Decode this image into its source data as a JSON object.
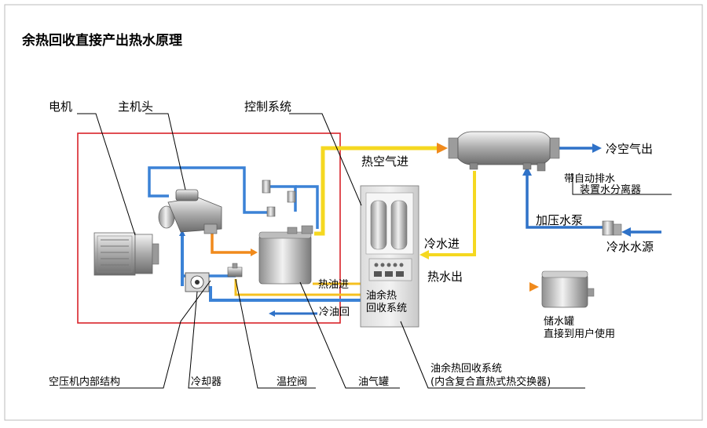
{
  "title": "余热回收直接产出热水原理",
  "labels": {
    "motor": "电机",
    "main_head": "主机头",
    "control_system": "控制系统",
    "hot_air_in": "热空气进",
    "cold_air_out": "冷空气出",
    "drain_separator_1": "带自动排水",
    "drain_separator_2": "装置水分离器",
    "booster_pump": "加压水泵",
    "cold_water_source": "冷水水源",
    "cold_water_in": "冷水进",
    "hot_water_out": "热水出",
    "hot_oil_in": "热油进",
    "cold_oil_return": "冷油回",
    "unit_label_1": "油余热",
    "unit_label_2": "回收系统",
    "storage_tank_1": "储水罐",
    "storage_tank_2": "直接到用户使用",
    "compressor_internal": "空压机内部结构",
    "cooler": "冷却器",
    "thermo_valve": "温控阀",
    "oil_gas_tank": "油气罐",
    "recovery_system_1": "油余热回收系统",
    "recovery_system_2": "(内含复合直热式热交换器)"
  },
  "colors": {
    "frame_border": "#bbbbbb",
    "enclosure_red": "#d8232a",
    "cold_blue": "#2f72c8",
    "hot_yellow": "#f5d820",
    "hot_orange": "#f08a1c",
    "equipment_gray": "#c8c8c8"
  }
}
